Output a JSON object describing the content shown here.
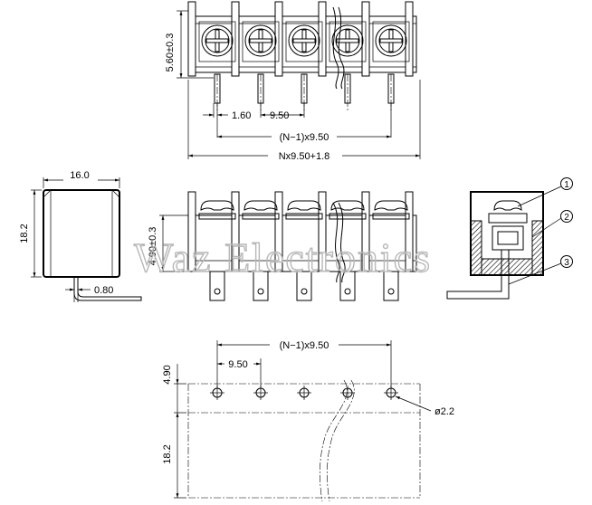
{
  "dimensions": {
    "top_height": "5.60±0.3",
    "top_pin_offset": "1.60",
    "top_pitch": "9.50",
    "top_span": "(N−1)x9.50",
    "top_overall": "Nx9.50+1.8",
    "side_width": "16.0",
    "side_height": "18.2",
    "pin_thickness": "0.80",
    "front_pin_length": "4.90±0.3",
    "bottom_span": "(N−1)x9.50",
    "bottom_pitch": "9.50",
    "bottom_row_offset": "4.90",
    "bottom_height": "18.2",
    "hole_diameter": "ø2.2"
  },
  "callouts": [
    "1",
    "2",
    "3"
  ],
  "watermark": "Waz Electronics"
}
